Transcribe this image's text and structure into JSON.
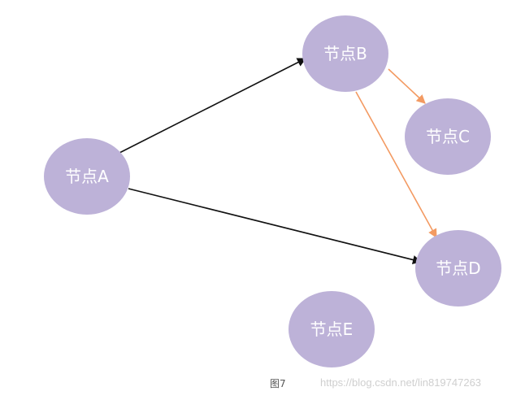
{
  "nodes": {
    "a": {
      "label": "节点A"
    },
    "b": {
      "label": "节点B"
    },
    "c": {
      "label": "节点C"
    },
    "d": {
      "label": "节点D"
    },
    "e": {
      "label": "节点E"
    }
  },
  "edges": [
    {
      "from": "节点A",
      "to": "节点B",
      "color": "#111111"
    },
    {
      "from": "节点A",
      "to": "节点D",
      "color": "#111111"
    },
    {
      "from": "节点B",
      "to": "节点C",
      "color": "#f39a62"
    },
    {
      "from": "节点B",
      "to": "节点D",
      "color": "#f39a62"
    }
  ],
  "colors": {
    "node_fill": "#bdb2d8",
    "node_text": "#ffffff",
    "edge_primary": "#111111",
    "edge_secondary": "#f39a62"
  },
  "caption": "图7",
  "watermark": "https://blog.csdn.net/lin819747263"
}
